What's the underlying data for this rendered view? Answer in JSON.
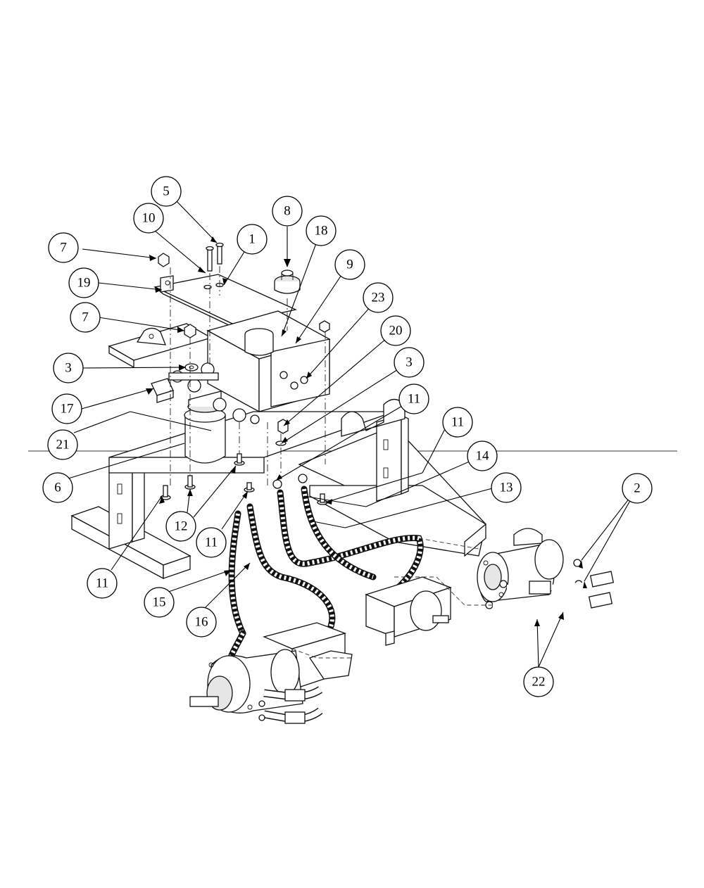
{
  "callouts": [
    {
      "id": "c1",
      "label": "1"
    },
    {
      "id": "c2",
      "label": "2"
    },
    {
      "id": "c3a",
      "label": "3"
    },
    {
      "id": "c3b",
      "label": "3"
    },
    {
      "id": "c5",
      "label": "5"
    },
    {
      "id": "c6",
      "label": "6"
    },
    {
      "id": "c7a",
      "label": "7"
    },
    {
      "id": "c7b",
      "label": "7"
    },
    {
      "id": "c8",
      "label": "8"
    },
    {
      "id": "c9",
      "label": "9"
    },
    {
      "id": "c10",
      "label": "10"
    },
    {
      "id": "c11a",
      "label": "11"
    },
    {
      "id": "c11b",
      "label": "11"
    },
    {
      "id": "c11c",
      "label": "11"
    },
    {
      "id": "c11d",
      "label": "11"
    },
    {
      "id": "c12",
      "label": "12"
    },
    {
      "id": "c13",
      "label": "13"
    },
    {
      "id": "c14",
      "label": "14"
    },
    {
      "id": "c15",
      "label": "15"
    },
    {
      "id": "c16",
      "label": "16"
    },
    {
      "id": "c17",
      "label": "17"
    },
    {
      "id": "c18",
      "label": "18"
    },
    {
      "id": "c19",
      "label": "19"
    },
    {
      "id": "c20",
      "label": "20"
    },
    {
      "id": "c21",
      "label": "21"
    },
    {
      "id": "c22",
      "label": "22"
    },
    {
      "id": "c23",
      "label": "23"
    }
  ]
}
